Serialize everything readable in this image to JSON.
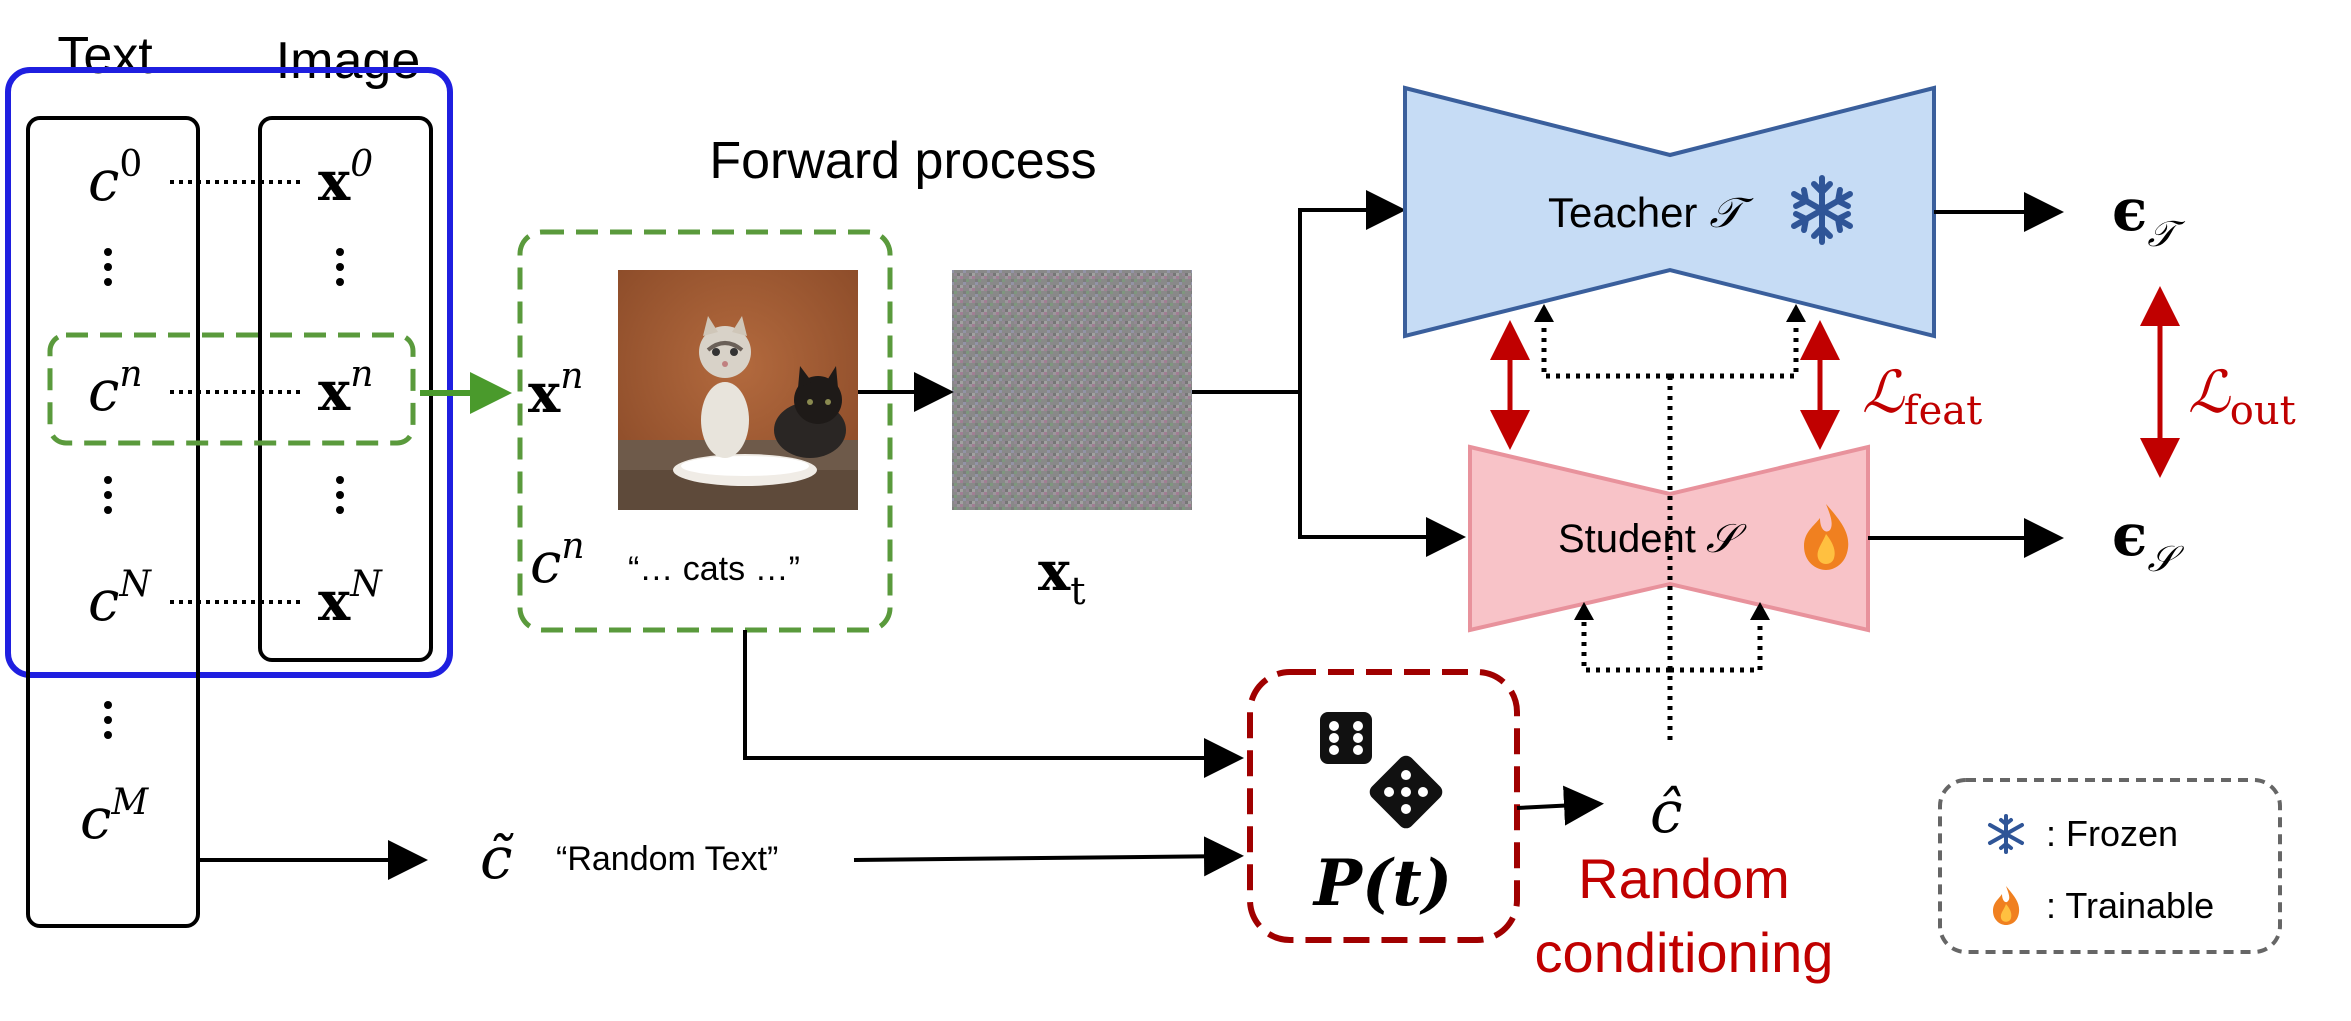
{
  "labels": {
    "text_header": "Text",
    "image_header": "Image",
    "forward_process": "Forward process",
    "xt": "x",
    "xt_sub": "t",
    "teacher": "Teacher",
    "teacher_sym": "𝒯",
    "student": "Student",
    "student_sym": "𝒮",
    "eps_t": "ϵ",
    "eps_t_sub": "𝒯",
    "eps_s": "ϵ",
    "eps_s_sub": "𝒮",
    "l_feat": "ℒ",
    "l_feat_sub": "feat",
    "l_out": "ℒ",
    "l_out_sub": "out",
    "c_hat": "ĉ",
    "random_cond_line1": "Random",
    "random_cond_line2": "conditioning",
    "prob": "P(t)",
    "c_tilde": "c̃",
    "random_text": "“Random Text”",
    "xn_label": "x",
    "xn_sup": "n",
    "cn_label": "c",
    "cn_sup": "n",
    "cats_text": "“… cats …”",
    "legend_frozen": ": Frozen",
    "legend_trainable": ": Trainable"
  },
  "dataset_rows": [
    {
      "c": "c",
      "c_sup": "0",
      "x": "x",
      "x_sup": "0"
    },
    {
      "c": "c",
      "c_sup": "n",
      "x": "x",
      "x_sup": "n"
    },
    {
      "c": "c",
      "c_sup": "N",
      "x": "x",
      "x_sup": "N"
    }
  ],
  "extra_row": {
    "c": "c",
    "c_sup": "M"
  },
  "colors": {
    "blue_box": "#1f1fe0",
    "green_dash": "#5a9a3c",
    "green_arrow": "#4a9a2c",
    "teacher_fill": "#c6dcf5",
    "teacher_stroke": "#3a5f9c",
    "student_fill": "#f8c3c8",
    "student_stroke": "#e8929c",
    "red": "#c00000",
    "dark_red": "#a00000",
    "snowflake": "#2f5597",
    "flame": "#f08020",
    "legend_border": "#666666"
  },
  "icons": {
    "snowflake": "snowflake-icon",
    "flame": "flame-icon",
    "dice": "dice-icon"
  }
}
